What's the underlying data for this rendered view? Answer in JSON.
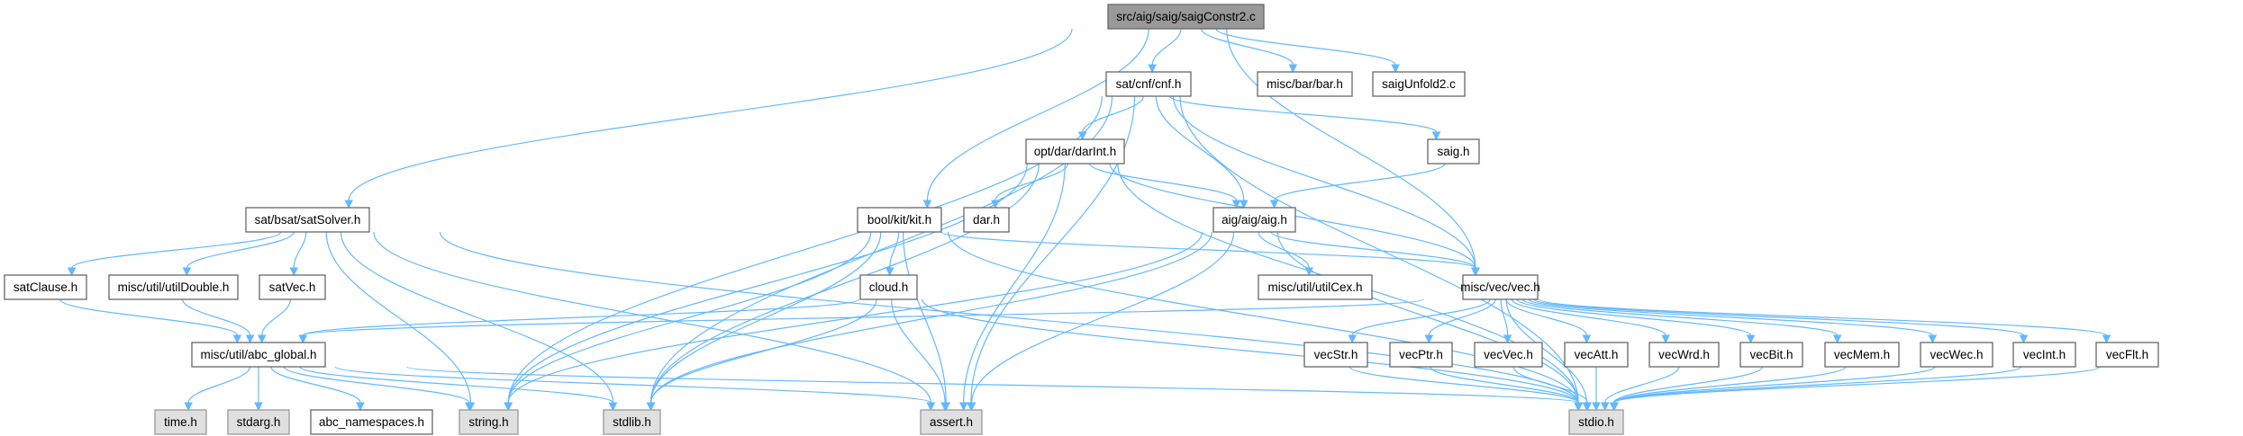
{
  "graph": {
    "nodes": {
      "root": {
        "label": "src/aig/saig/saigConstr2.c",
        "kind": "root"
      },
      "cnf": {
        "label": "sat/cnf/cnf.h",
        "kind": "file"
      },
      "bar": {
        "label": "misc/bar/bar.h",
        "kind": "file"
      },
      "unfold": {
        "label": "saigUnfold2.c",
        "kind": "file"
      },
      "darint": {
        "label": "opt/dar/darInt.h",
        "kind": "file"
      },
      "saig": {
        "label": "saig.h",
        "kind": "file"
      },
      "satsolver": {
        "label": "sat/bsat/satSolver.h",
        "kind": "file"
      },
      "kit": {
        "label": "bool/kit/kit.h",
        "kind": "file"
      },
      "dar": {
        "label": "dar.h",
        "kind": "file"
      },
      "aig": {
        "label": "aig/aig/aig.h",
        "kind": "file"
      },
      "satclause": {
        "label": "satClause.h",
        "kind": "file"
      },
      "utildouble": {
        "label": "misc/util/utilDouble.h",
        "kind": "file"
      },
      "satvec": {
        "label": "satVec.h",
        "kind": "file"
      },
      "cloud": {
        "label": "cloud.h",
        "kind": "file"
      },
      "utilcex": {
        "label": "misc/util/utilCex.h",
        "kind": "file"
      },
      "vec": {
        "label": "misc/vec/vec.h",
        "kind": "file"
      },
      "abcglobal": {
        "label": "misc/util/abc_global.h",
        "kind": "file"
      },
      "vecstr": {
        "label": "vecStr.h",
        "kind": "file"
      },
      "vecptr": {
        "label": "vecPtr.h",
        "kind": "file"
      },
      "vecvec": {
        "label": "vecVec.h",
        "kind": "file"
      },
      "vecatt": {
        "label": "vecAtt.h",
        "kind": "file"
      },
      "vecwrd": {
        "label": "vecWrd.h",
        "kind": "file"
      },
      "vecbit": {
        "label": "vecBit.h",
        "kind": "file"
      },
      "vecmem": {
        "label": "vecMem.h",
        "kind": "file"
      },
      "vecwec": {
        "label": "vecWec.h",
        "kind": "file"
      },
      "vecint": {
        "label": "vecInt.h",
        "kind": "file"
      },
      "vecflt": {
        "label": "vecFlt.h",
        "kind": "file"
      },
      "time": {
        "label": "time.h",
        "kind": "system"
      },
      "stdarg": {
        "label": "stdarg.h",
        "kind": "system"
      },
      "abcns": {
        "label": "abc_namespaces.h",
        "kind": "file"
      },
      "string": {
        "label": "string.h",
        "kind": "system"
      },
      "stdlib": {
        "label": "stdlib.h",
        "kind": "system"
      },
      "assert": {
        "label": "assert.h",
        "kind": "system"
      },
      "stdio": {
        "label": "stdio.h",
        "kind": "system"
      }
    },
    "edges": [
      [
        "root",
        "satsolver"
      ],
      [
        "root",
        "kit"
      ],
      [
        "root",
        "cnf"
      ],
      [
        "root",
        "bar"
      ],
      [
        "root",
        "unfold"
      ],
      [
        "root",
        "vec"
      ],
      [
        "cnf",
        "darint"
      ],
      [
        "cnf",
        "aig"
      ],
      [
        "cnf",
        "saig"
      ],
      [
        "cnf",
        "vec"
      ],
      [
        "cnf",
        "stdio"
      ],
      [
        "cnf",
        "string"
      ],
      [
        "cnf",
        "stdlib"
      ],
      [
        "cnf",
        "assert"
      ],
      [
        "darint",
        "dar"
      ],
      [
        "darint",
        "aig"
      ],
      [
        "darint",
        "vec"
      ],
      [
        "darint",
        "assert"
      ],
      [
        "darint",
        "stdio"
      ],
      [
        "darint",
        "string"
      ],
      [
        "darint",
        "stdlib"
      ],
      [
        "saig",
        "aig"
      ],
      [
        "kit",
        "cloud"
      ],
      [
        "kit",
        "assert"
      ],
      [
        "kit",
        "string"
      ],
      [
        "kit",
        "stdlib"
      ],
      [
        "kit",
        "stdio"
      ],
      [
        "kit",
        "vec"
      ],
      [
        "aig",
        "utilcex"
      ],
      [
        "aig",
        "vec"
      ],
      [
        "aig",
        "assert"
      ],
      [
        "aig",
        "stdlib"
      ],
      [
        "aig",
        "string"
      ],
      [
        "aig",
        "stdio"
      ],
      [
        "satsolver",
        "satclause"
      ],
      [
        "satsolver",
        "utildouble"
      ],
      [
        "satsolver",
        "satvec"
      ],
      [
        "satsolver",
        "string"
      ],
      [
        "satsolver",
        "stdlib"
      ],
      [
        "satsolver",
        "assert"
      ],
      [
        "satsolver",
        "stdio"
      ],
      [
        "satclause",
        "abcglobal"
      ],
      [
        "utildouble",
        "abcglobal"
      ],
      [
        "satvec",
        "abcglobal"
      ],
      [
        "cloud",
        "abcglobal"
      ],
      [
        "cloud",
        "assert"
      ],
      [
        "cloud",
        "stdlib"
      ],
      [
        "cloud",
        "stdio"
      ],
      [
        "vec",
        "abcglobal"
      ],
      [
        "vec",
        "vecstr"
      ],
      [
        "vec",
        "vecptr"
      ],
      [
        "vec",
        "vecvec"
      ],
      [
        "vec",
        "vecatt"
      ],
      [
        "vec",
        "vecwrd"
      ],
      [
        "vec",
        "vecbit"
      ],
      [
        "vec",
        "vecmem"
      ],
      [
        "vec",
        "vecwec"
      ],
      [
        "vec",
        "vecint"
      ],
      [
        "vec",
        "vecflt"
      ],
      [
        "vec",
        "stdio"
      ],
      [
        "vecstr",
        "stdio"
      ],
      [
        "vecptr",
        "stdio"
      ],
      [
        "vecvec",
        "stdio"
      ],
      [
        "vecatt",
        "stdio"
      ],
      [
        "vecwrd",
        "stdio"
      ],
      [
        "vecbit",
        "stdio"
      ],
      [
        "vecmem",
        "stdio"
      ],
      [
        "vecwec",
        "stdio"
      ],
      [
        "vecint",
        "stdio"
      ],
      [
        "vecflt",
        "stdio"
      ],
      [
        "abcglobal",
        "time"
      ],
      [
        "abcglobal",
        "stdarg"
      ],
      [
        "abcglobal",
        "abcns"
      ],
      [
        "abcglobal",
        "string"
      ],
      [
        "abcglobal",
        "stdlib"
      ],
      [
        "abcglobal",
        "assert"
      ],
      [
        "abcglobal",
        "stdio"
      ]
    ]
  },
  "colors": {
    "edge": "#63b8ff",
    "root_fill": "#999999",
    "system_fill": "#e0e0e0"
  }
}
